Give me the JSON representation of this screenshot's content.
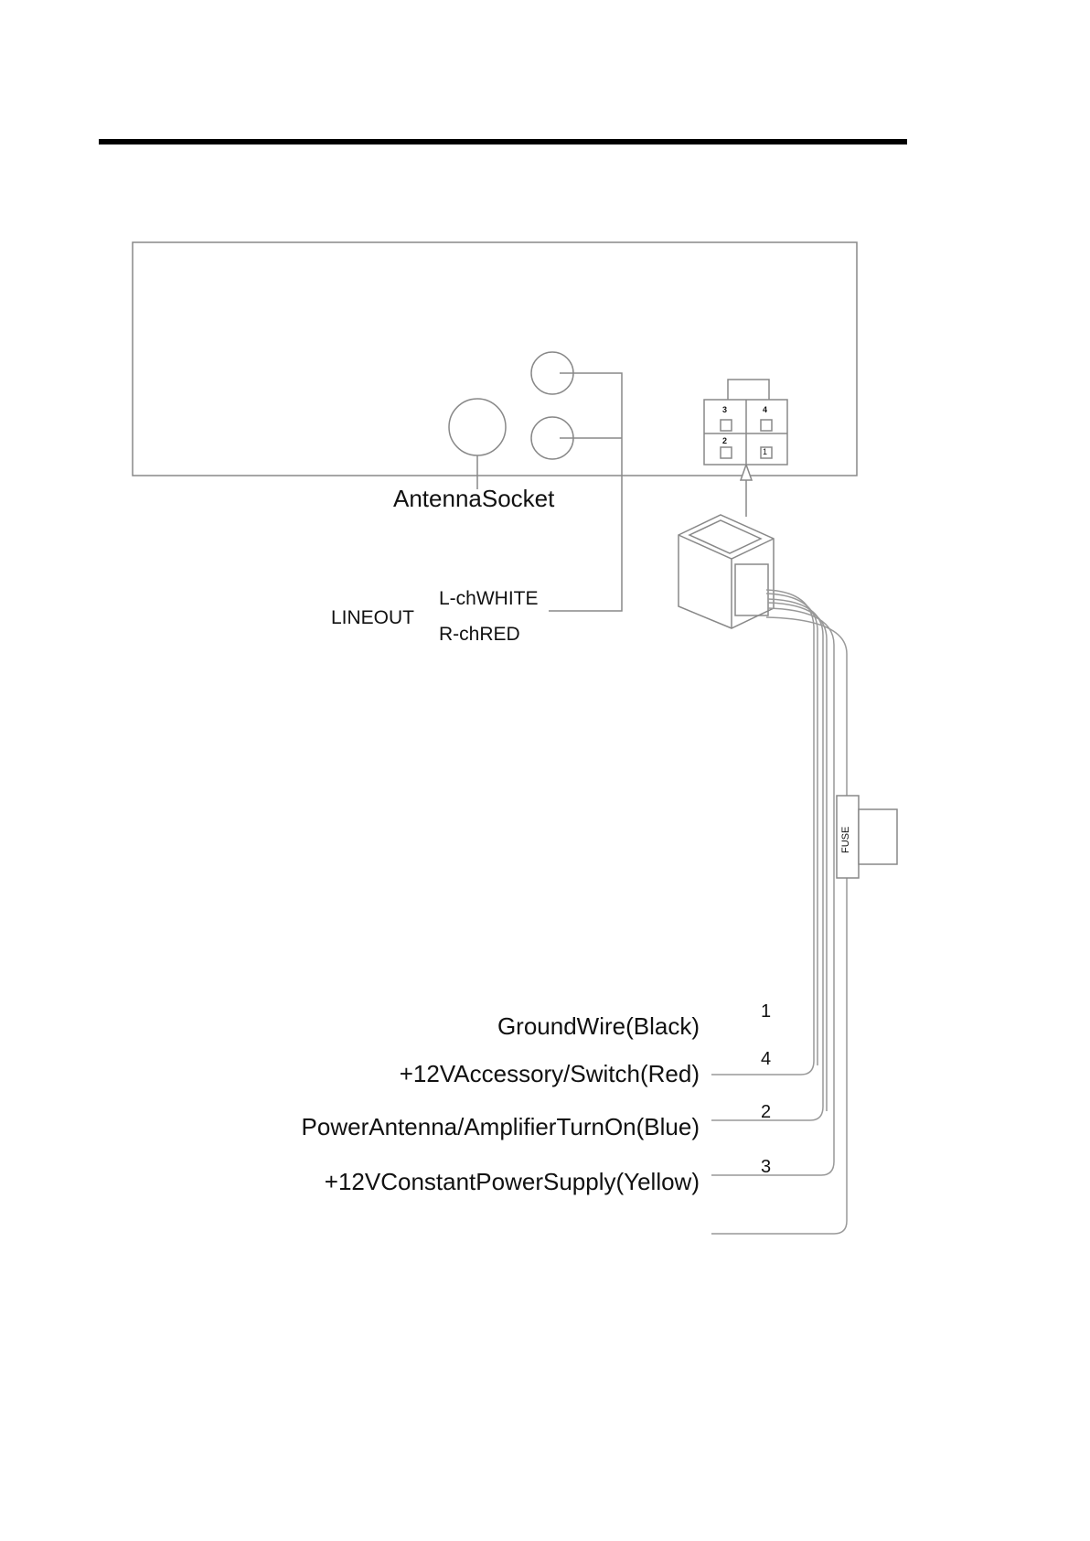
{
  "labels": {
    "antenna_socket": "AntennaSocket",
    "line_out": "LINEOUT",
    "left_channel": "L-chWHITE",
    "right_channel": "R-chRED",
    "fuse": "FUSE"
  },
  "connector_pins": [
    "3",
    "4",
    "2",
    "1"
  ],
  "wires": [
    {
      "label": "GroundWire(Black)",
      "pin": "1"
    },
    {
      "label": "+12VAccessory/Switch(Red)",
      "pin": "4"
    },
    {
      "label": "PowerAntenna/AmplifierTurnOn(Blue)",
      "pin": "2"
    },
    {
      "label": "+12VConstantPowerSupply(Yellow)",
      "pin": "3"
    }
  ]
}
